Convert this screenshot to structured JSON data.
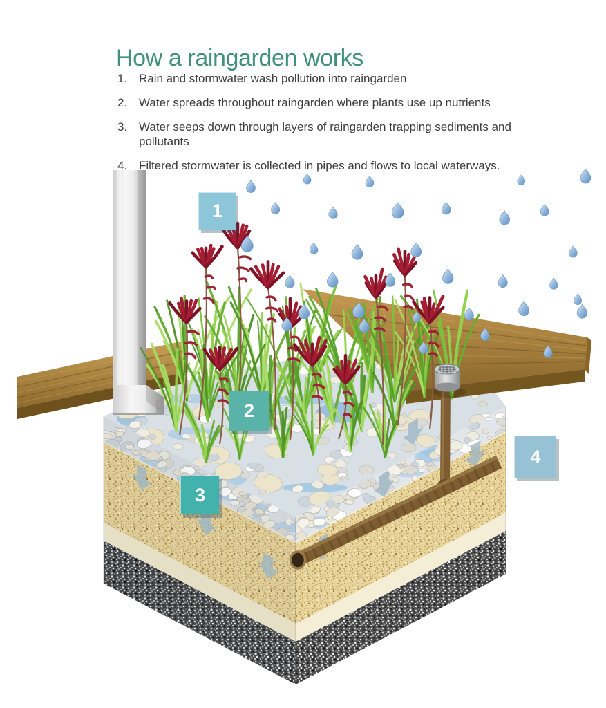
{
  "page": {
    "background": "#ffffff"
  },
  "title": {
    "text": "How a raingarden works",
    "color": "#3f917b"
  },
  "steps": {
    "text_color": "#3d3d3d",
    "items": [
      {
        "number": "1.",
        "text": "Rain and stormwater wash pollution into raingarden"
      },
      {
        "number": "2.",
        "text": "Water spreads throughout raingarden where plants use up nutrients"
      },
      {
        "number": "3.",
        "text": "Water seeps down through layers of raingarden trapping sediments and pollutants"
      },
      {
        "number": "4.",
        "text": "Filtered stormwater is collected in pipes and flows to local waterways."
      }
    ]
  },
  "diagram": {
    "label_text_color": "#ffffff",
    "labels": [
      {
        "value": "1",
        "color": "#8ec6d9"
      },
      {
        "value": "2",
        "color": "#5ab3a8"
      },
      {
        "value": "3",
        "color": "#43b2ac"
      },
      {
        "value": "4",
        "color": "#97c2d5"
      }
    ],
    "palette": {
      "rain_drop": "#7fa9d4",
      "water": "#9cc4e3",
      "pebbles": "#f2efe2",
      "sand": "#e8d59e",
      "filter_cream": "#f0e9cd",
      "gravel": "#4b4b4b",
      "wood_deck": "#a8833f",
      "downpipe_gray": "#d9d9d9",
      "collection_pipe_brown": "#7d5d31",
      "grass_green": "#74bf3a",
      "flower_red": "#a31d33",
      "seep_arrow": "#9db6c6"
    }
  }
}
